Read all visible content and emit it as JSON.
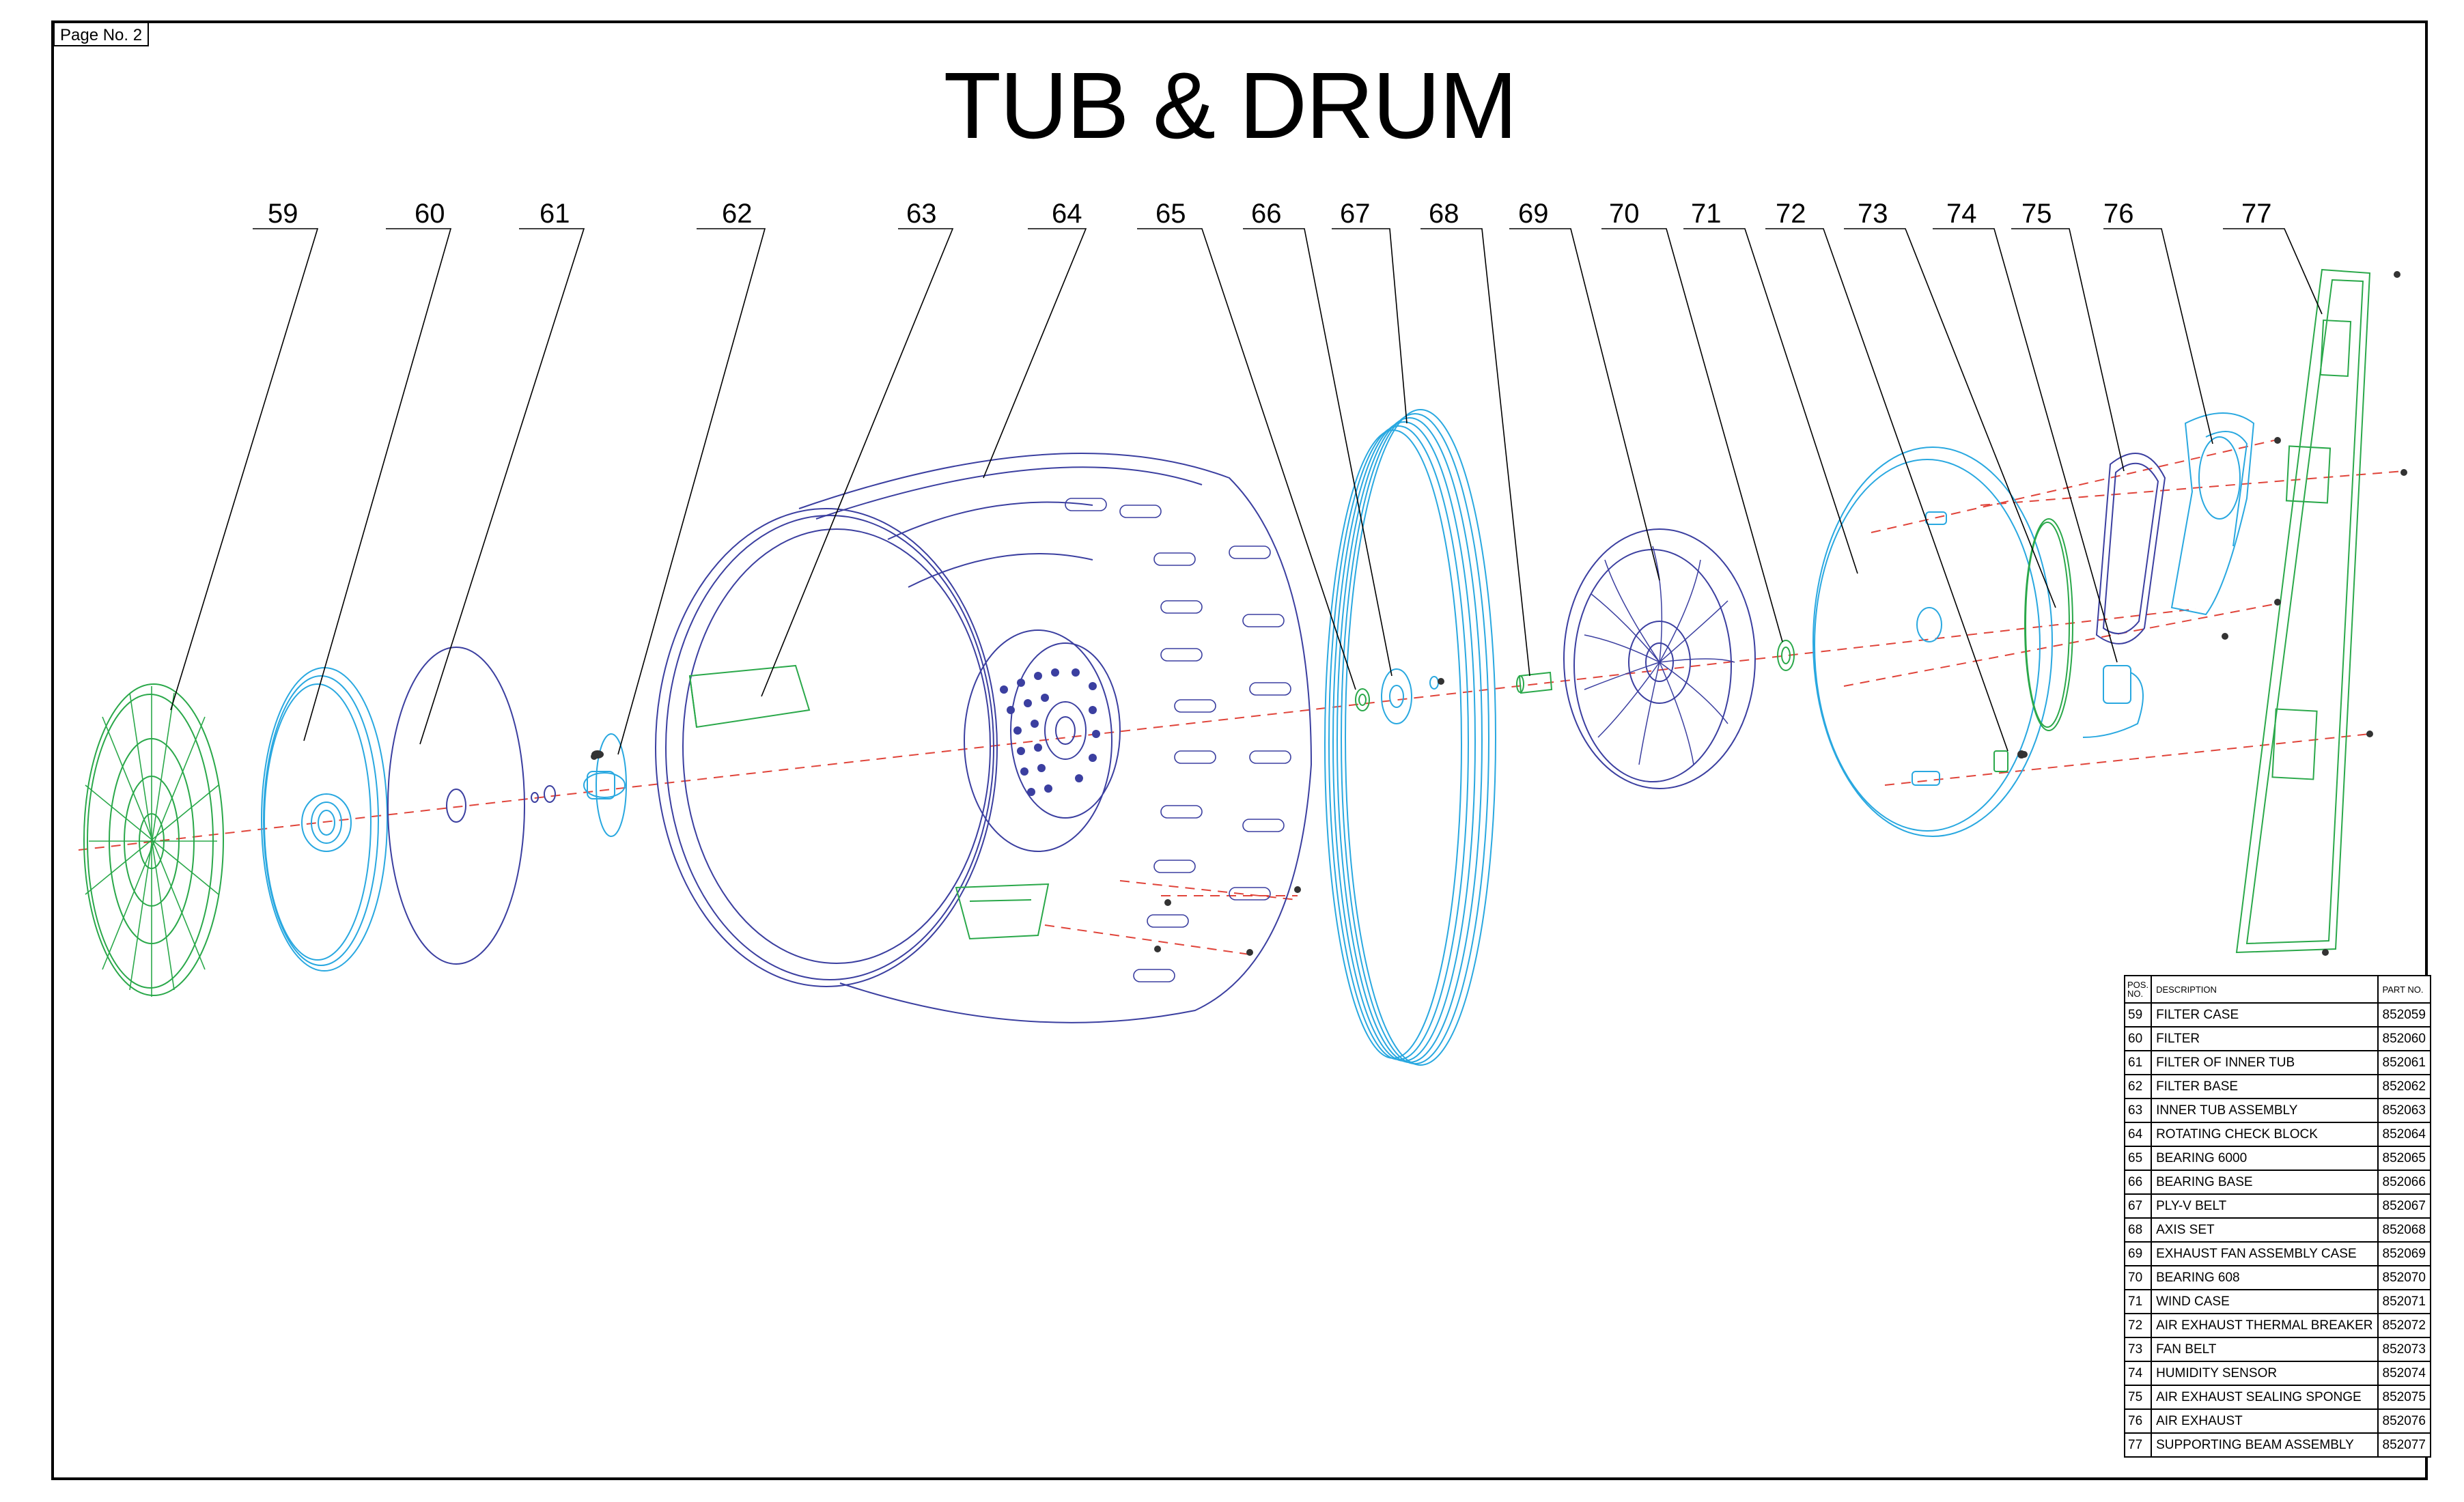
{
  "page_label": "Page No. 2",
  "title": "TUB & DRUM",
  "callouts": [
    "59",
    "60",
    "61",
    "62",
    "63",
    "64",
    "65",
    "66",
    "67",
    "68",
    "69",
    "70",
    "71",
    "72",
    "73",
    "74",
    "75",
    "76",
    "77"
  ],
  "colors": {
    "green": "#2aa84a",
    "cyan": "#29a8e0",
    "navy": "#3b3fa0",
    "red_dash": "#e0443a"
  },
  "table": {
    "headers": {
      "pos": "POS. NO.",
      "description": "DESCRIPTION",
      "part_no": "PART NO."
    },
    "rows": [
      {
        "pos": "59",
        "description": "FILTER CASE",
        "part_no": "852059"
      },
      {
        "pos": "60",
        "description": "FILTER",
        "part_no": "852060"
      },
      {
        "pos": "61",
        "description": "FILTER OF INNER TUB",
        "part_no": "852061"
      },
      {
        "pos": "62",
        "description": "FILTER BASE",
        "part_no": "852062"
      },
      {
        "pos": "63",
        "description": "INNER TUB ASSEMBLY",
        "part_no": "852063"
      },
      {
        "pos": "64",
        "description": "ROTATING CHECK BLOCK",
        "part_no": "852064"
      },
      {
        "pos": "65",
        "description": "BEARING 6000",
        "part_no": "852065"
      },
      {
        "pos": "66",
        "description": "BEARING BASE",
        "part_no": "852066"
      },
      {
        "pos": "67",
        "description": "PLY-V BELT",
        "part_no": "852067"
      },
      {
        "pos": "68",
        "description": "AXIS SET",
        "part_no": "852068"
      },
      {
        "pos": "69",
        "description": "EXHAUST FAN ASSEMBLY CASE",
        "part_no": "852069"
      },
      {
        "pos": "70",
        "description": "BEARING 608",
        "part_no": "852070"
      },
      {
        "pos": "71",
        "description": "WIND CASE",
        "part_no": "852071"
      },
      {
        "pos": "72",
        "description": "AIR EXHAUST THERMAL BREAKER",
        "part_no": "852072"
      },
      {
        "pos": "73",
        "description": "FAN BELT",
        "part_no": "852073"
      },
      {
        "pos": "74",
        "description": "HUMIDITY SENSOR",
        "part_no": "852074"
      },
      {
        "pos": "75",
        "description": "AIR EXHAUST SEALING SPONGE",
        "part_no": "852075"
      },
      {
        "pos": "76",
        "description": "AIR EXHAUST",
        "part_no": "852076"
      },
      {
        "pos": "77",
        "description": "SUPPORTING BEAM ASSEMBLY",
        "part_no": "852077"
      }
    ]
  }
}
